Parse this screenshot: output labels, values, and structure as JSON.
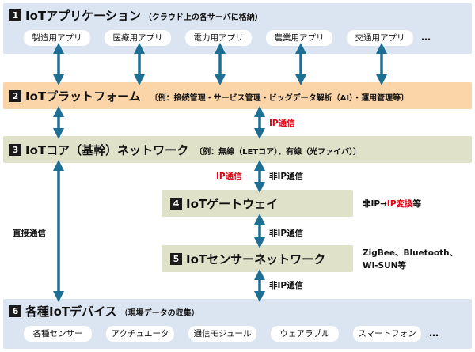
{
  "layer1": {
    "num": "1",
    "title": "IoTアプリケーション",
    "sub": "（クラウド上の各サーバに格納）",
    "apps": [
      "製造用アプリ",
      "医療用アプリ",
      "電力用アプリ",
      "農業用アプリ",
      "交通用アプリ"
    ],
    "more": "…"
  },
  "layer2": {
    "num": "2",
    "title": "IoTプラットフォーム",
    "sub": "〔例：接続管理・サービス管理・ビッグデータ解析（AI）・運用管理等〕"
  },
  "layer3": {
    "num": "3",
    "title": "IoTコア（基幹）ネットワーク",
    "sub": "〔例：無線（LETコア）、有線（光ファイバ）〕"
  },
  "layer4": {
    "num": "4",
    "title": "IoTゲートウェイ"
  },
  "layer5": {
    "num": "5",
    "title": "IoTセンサーネットワーク"
  },
  "layer6": {
    "num": "6",
    "title": "各種IoTデバイス",
    "sub": "（現場データの収集）",
    "devices": [
      "各種センサー",
      "アクチュエータ",
      "通信モジュール",
      "ウェアラブル",
      "スマートフォン"
    ],
    "more": "…"
  },
  "labels": {
    "ip_comm": "IP通信",
    "ip_comm2": "IP通信",
    "non_ip_comm": "非IP通信",
    "non_ip_comm2": "非IP通信",
    "non_ip_comm3": "非IP通信",
    "direct": "直接通信",
    "conv_pre": "非IP",
    "conv_arrow": "→",
    "conv_red": "IP変換",
    "conv_post": "等",
    "protocols_line1": "ZigBee、Bluetooth、",
    "protocols_line2": "Wi-SUN等"
  },
  "colors": {
    "blue_layer": "#dbe4f1",
    "orange_layer": "#fbd4a7",
    "green_layer": "#dfe2c9",
    "arrow": "#1e6f94",
    "red": "#e60012"
  }
}
